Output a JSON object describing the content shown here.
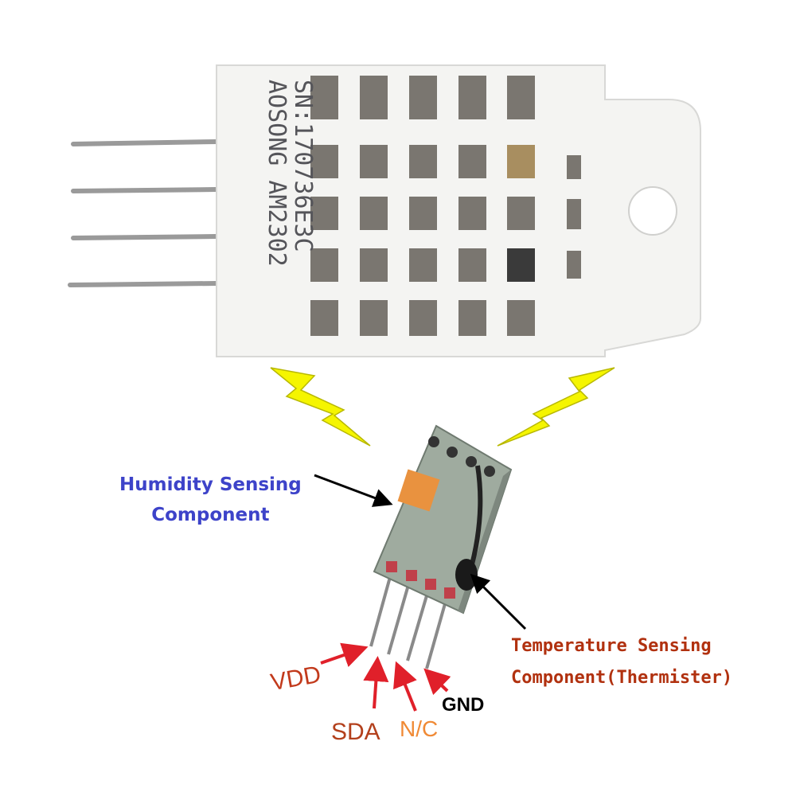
{
  "sensor": {
    "marking_line1": "AOSONG AM2302",
    "marking_line2": "SN:170736E3C"
  },
  "labels": {
    "humidity_line1": "Humidity Sensing",
    "humidity_line2": "Component",
    "temperature_line1": "Temperature Sensing",
    "temperature_line2": "Component(Thermister)"
  },
  "pins": {
    "vdd": "VDD",
    "sda": "SDA",
    "nc": "N/C",
    "gnd": "GND"
  },
  "colors": {
    "humidity_label": "#3d43c9",
    "temperature_label": "#b1310f",
    "bolt": "#f5f500",
    "arrow_red": "#e0202a"
  }
}
